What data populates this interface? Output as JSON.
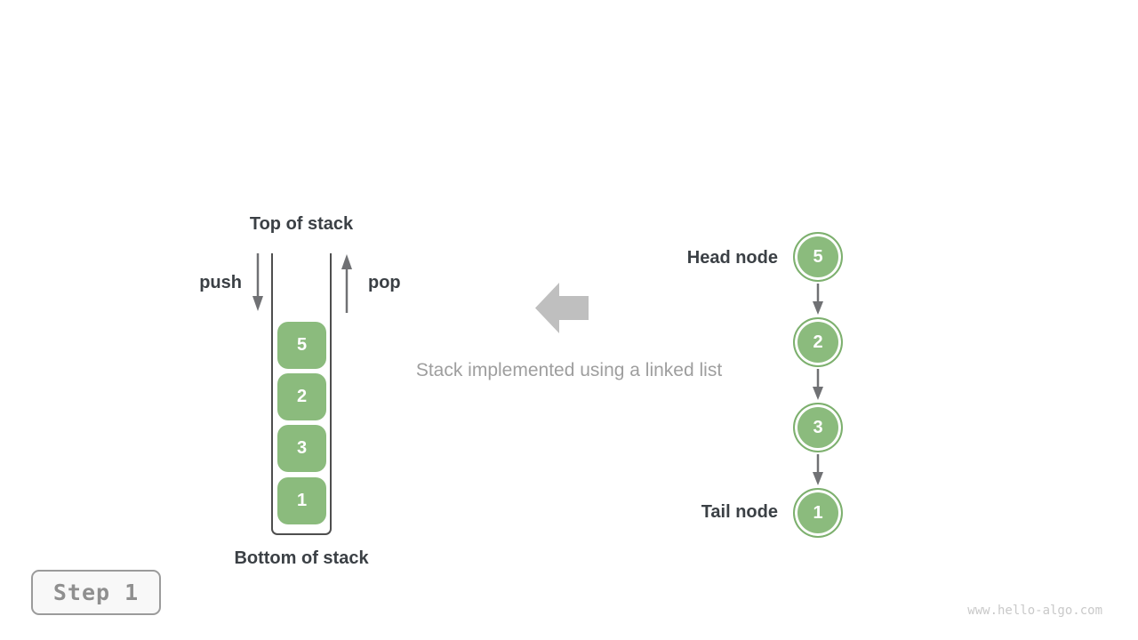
{
  "stack": {
    "top_label": "Top of stack",
    "bottom_label": "Bottom of stack",
    "push_label": "push",
    "pop_label": "pop",
    "items": [
      "5",
      "2",
      "3",
      "1"
    ]
  },
  "caption": "Stack implemented using a linked list",
  "linked_list": {
    "head_label": "Head node",
    "tail_label": "Tail node",
    "nodes": [
      "5",
      "2",
      "3",
      "1"
    ]
  },
  "step_badge": "Step 1",
  "watermark": "www.hello-algo.com",
  "colors": {
    "green": "#8bbb7d",
    "green_border": "#7db06e",
    "dark_text": "#3b4045",
    "arrow_gray": "#707174",
    "block_arrow": "#bfbfbf",
    "caption_gray": "#9e9e9e",
    "container_line": "#4e4e4e",
    "badge_border": "#9b9b9b",
    "badge_bg": "#f8f8f8",
    "badge_text": "#8f8f8f",
    "watermark_gray": "#c9c9c9"
  }
}
